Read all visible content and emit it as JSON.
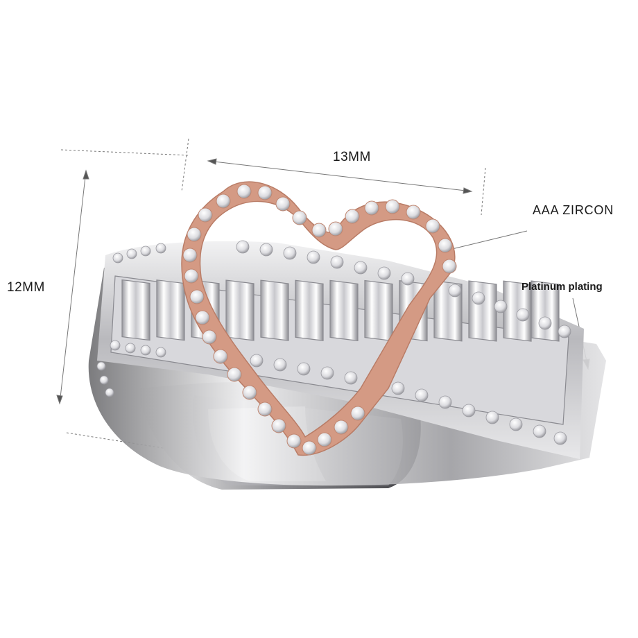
{
  "annotations": {
    "width_label": "13MM",
    "height_label": "12MM",
    "stone_label": "AAA ZIRCON",
    "plating_label": "Platinum plating"
  },
  "colors": {
    "background": "#ffffff",
    "metal_silver": "#c9c9cc",
    "metal_rose_gold": "#d08a72",
    "stone": "#f4f4f6",
    "annotation_line": "#555555"
  },
  "icons": {
    "product": "heart-ring-image"
  }
}
